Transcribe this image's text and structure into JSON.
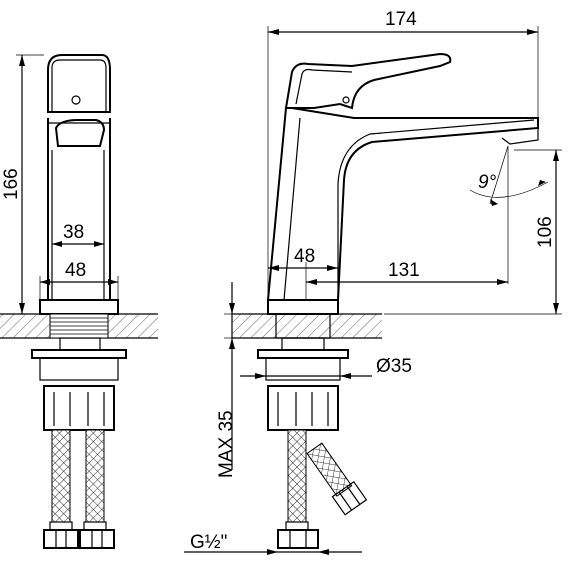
{
  "dimensions": {
    "overall_height": "166",
    "inner_width": "38",
    "body_width_front": "48",
    "overall_length": "174",
    "spout_height": "106",
    "body_width_side": "48",
    "spout_reach": "131",
    "thread_diameter": "Ø35",
    "max_thickness": "MAX 35",
    "angle": "9°",
    "connection": "G½\""
  }
}
